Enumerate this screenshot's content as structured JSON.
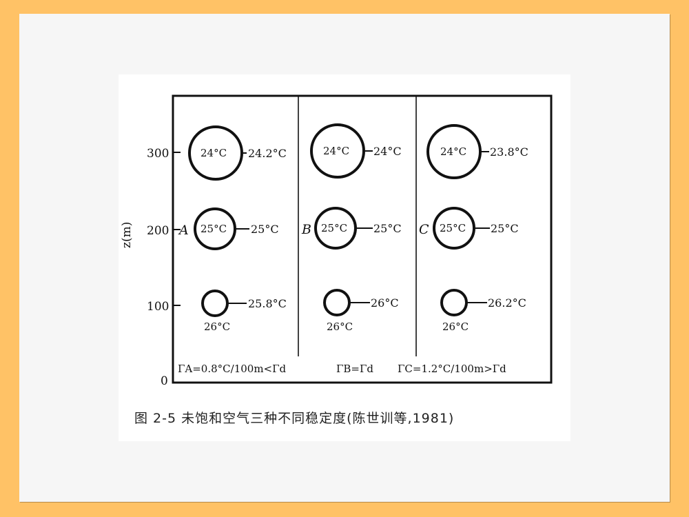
{
  "figure": {
    "caption": "图 2-5   未饱和空气三种不同稳定度(陈世训等,1981)",
    "y_axis": {
      "label": "z(m)",
      "ticks": [
        "300",
        "200",
        "100",
        "0"
      ]
    },
    "panels": [
      {
        "id": "A",
        "label": "A",
        "parcels": [
          {
            "height": "300",
            "inside": "24°C",
            "env": "24.2°C"
          },
          {
            "height": "200",
            "inside": "25°C",
            "env": "25°C"
          },
          {
            "height": "100",
            "inside": "26°C",
            "env": "25.8°C"
          }
        ],
        "lapse_rate": "ΓA=0.8°C/100m<Γd"
      },
      {
        "id": "B",
        "label": "B",
        "parcels": [
          {
            "height": "300",
            "inside": "24°C",
            "env": "24°C"
          },
          {
            "height": "200",
            "inside": "25°C",
            "env": "25°C"
          },
          {
            "height": "100",
            "inside": "26°C",
            "env": "26°C"
          }
        ],
        "lapse_rate": "ΓB=Γd"
      },
      {
        "id": "C",
        "label": "C",
        "parcels": [
          {
            "height": "300",
            "inside": "24°C",
            "env": "23.8°C"
          },
          {
            "height": "200",
            "inside": "25°C",
            "env": "25°C"
          },
          {
            "height": "100",
            "inside": "26°C",
            "env": "26.2°C"
          }
        ],
        "lapse_rate": "ΓC=1.2°C/100m>Γd"
      }
    ]
  },
  "colors": {
    "border": "#ffc266",
    "slide": "#f6f6f6",
    "figure_bg": "#ffffff",
    "ink": "#111111"
  }
}
